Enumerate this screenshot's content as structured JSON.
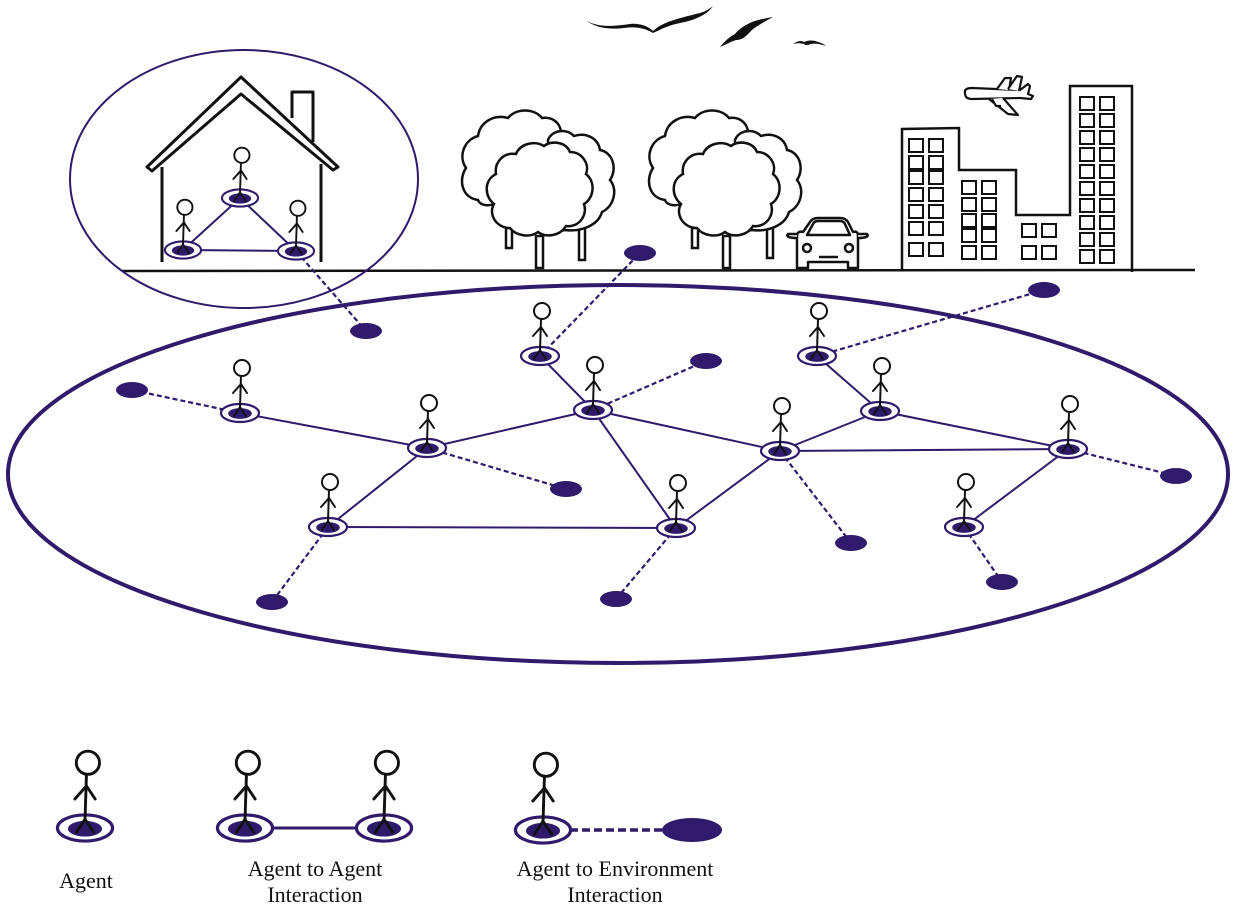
{
  "figure": {
    "description": "Multi-agent system: agents interacting with each other and with their environment",
    "colors": {
      "accent": "#2f1a6b",
      "line": "#000000",
      "background": "#ffffff"
    },
    "scenery": [
      "birds",
      "house",
      "trees",
      "car",
      "airplane",
      "buildings",
      "ground"
    ]
  },
  "network": {
    "house_agents": [
      {
        "id": "h1"
      },
      {
        "id": "h2"
      },
      {
        "id": "h3"
      }
    ],
    "house_agent_links": [
      [
        "h1",
        "h2"
      ],
      [
        "h1",
        "h3"
      ],
      [
        "h2",
        "h3"
      ]
    ],
    "agents": [
      {
        "id": "a1"
      },
      {
        "id": "a2"
      },
      {
        "id": "a3"
      },
      {
        "id": "a4"
      },
      {
        "id": "a5"
      },
      {
        "id": "a6"
      },
      {
        "id": "a7"
      },
      {
        "id": "a8"
      },
      {
        "id": "a9"
      },
      {
        "id": "a10"
      },
      {
        "id": "a11"
      }
    ],
    "agent_links": [
      [
        "a1",
        "a2"
      ],
      [
        "a2",
        "a3"
      ],
      [
        "a2",
        "a5"
      ],
      [
        "a4",
        "a5"
      ],
      [
        "a5",
        "a8"
      ],
      [
        "a5",
        "a10"
      ],
      [
        "a3",
        "a10"
      ],
      [
        "a10",
        "a8"
      ],
      [
        "a8",
        "a7"
      ],
      [
        "a6",
        "a7"
      ],
      [
        "a7",
        "a9"
      ],
      [
        "a8",
        "a9"
      ],
      [
        "a9",
        "a11"
      ]
    ],
    "environment_links": [
      [
        "h3",
        "e1"
      ],
      [
        "a4",
        "e2"
      ],
      [
        "a1",
        "e3"
      ],
      [
        "a2",
        "e4"
      ],
      [
        "a3",
        "e5"
      ],
      [
        "a5",
        "e6"
      ],
      [
        "a6",
        "e7"
      ],
      [
        "a8",
        "e8"
      ],
      [
        "a9",
        "e9"
      ],
      [
        "a10",
        "e10"
      ],
      [
        "a11",
        "e11"
      ]
    ],
    "environment_nodes": [
      {
        "id": "e1"
      },
      {
        "id": "e2"
      },
      {
        "id": "e3"
      },
      {
        "id": "e4"
      },
      {
        "id": "e5"
      },
      {
        "id": "e6"
      },
      {
        "id": "e7"
      },
      {
        "id": "e8"
      },
      {
        "id": "e9"
      },
      {
        "id": "e10"
      },
      {
        "id": "e11"
      }
    ]
  },
  "legend": {
    "items": [
      {
        "key": "agent",
        "label_lines": [
          "Agent"
        ]
      },
      {
        "key": "agent-to-agent",
        "label_lines": [
          "Agent to Agent",
          "Interaction"
        ]
      },
      {
        "key": "agent-to-environment",
        "label_lines": [
          "Agent to Environment",
          "Interaction"
        ]
      }
    ]
  }
}
